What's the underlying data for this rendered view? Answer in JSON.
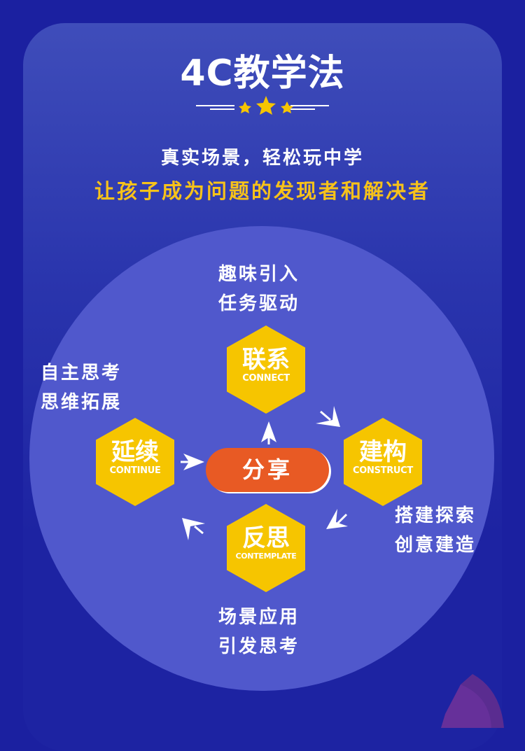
{
  "title": "4C教学法",
  "subtitle": "真实场景，轻松玩中学",
  "tagline": "让孩子成为问题的发现者和解决者",
  "center": "分享",
  "colors": {
    "background": "#1b20a0",
    "hex": "#f6c500",
    "center": "#e85a24",
    "accent": "#f7c21a",
    "circle": "#5058cc"
  },
  "steps": [
    {
      "cn": "联系",
      "en": "CONNECT",
      "desc": [
        "趣味引入",
        "任务驱动"
      ]
    },
    {
      "cn": "建构",
      "en": "CONSTRUCT",
      "desc": [
        "搭建探索",
        "创意建造"
      ]
    },
    {
      "cn": "反思",
      "en": "CONTEMPLATE",
      "desc": [
        "场景应用",
        "引发思考"
      ]
    },
    {
      "cn": "延续",
      "en": "CONTINUE",
      "desc": [
        "自主思考",
        "思维拓展"
      ]
    }
  ]
}
